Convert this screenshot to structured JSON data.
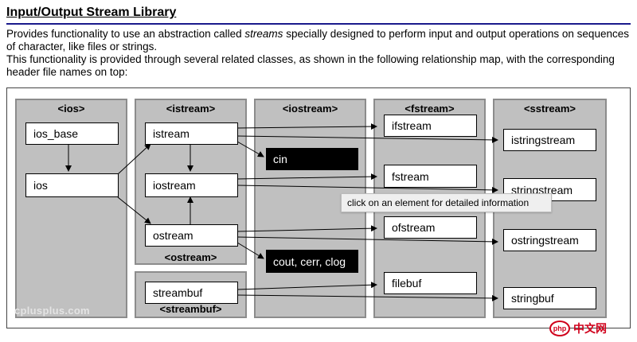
{
  "heading": "Input/Output Stream Library",
  "desc": {
    "line1_pre": "Provides functionality to use an abstraction called ",
    "line1_em": "streams",
    "line1_post": " specially designed to perform input and output operations on sequences of character, like files or strings.",
    "line2": "This functionality is provided through several related classes, as shown in the following relationship map, with the corresponding header file names on top:"
  },
  "columns": {
    "ios": "<ios>",
    "istream": "<istream>",
    "ostream": "<ostream>",
    "streambuf": "<streambuf>",
    "iostream": "<iostream>",
    "fstream": "<fstream>",
    "sstream": "<sstream>"
  },
  "nodes": {
    "ios_base": "ios_base",
    "ios": "ios",
    "istream": "istream",
    "iostream": "iostream",
    "ostream": "ostream",
    "streambuf": "streambuf",
    "ifstream": "ifstream",
    "fstream": "fstream",
    "ofstream": "ofstream",
    "filebuf": "filebuf",
    "istringstream": "istringstream",
    "stringstream": "stringstream",
    "ostringstream": "ostringstream",
    "stringbuf": "stringbuf"
  },
  "objects": {
    "cin": "cin",
    "cout": "cout, cerr, clog"
  },
  "tooltip": "click on an element for detailed information",
  "watermark": "cplusplus.com",
  "badge": {
    "logo": "php",
    "text": "中文网"
  }
}
